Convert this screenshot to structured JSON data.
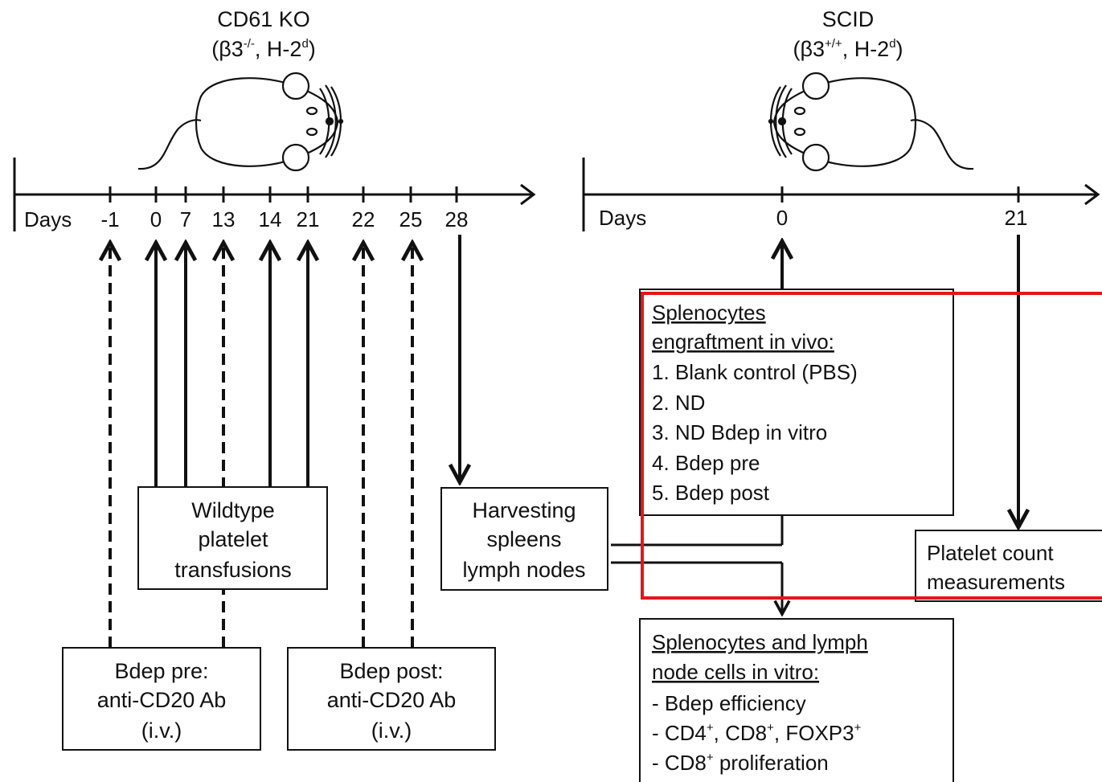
{
  "left_panel": {
    "title": "CD61 KO",
    "genotype": {
      "open": "(β3",
      "sup1": "-/-",
      "mid": ", H-2",
      "sup2": "d",
      "close": ")"
    },
    "axis_label": "Days",
    "days": [
      "-1",
      "0",
      "7",
      "13",
      "14",
      "21",
      "22",
      "25",
      "28"
    ],
    "transfusion_box": [
      "Wildtype",
      "platelet",
      "transfusions"
    ],
    "harvest_box": [
      "Harvesting",
      "spleens",
      "lymph  nodes"
    ],
    "bdep_pre_box": [
      "Bdep pre:",
      "anti-CD20 Ab",
      "(i.v.)"
    ],
    "bdep_post_box": [
      "Bdep post:",
      "anti-CD20 Ab",
      "(i.v.)"
    ]
  },
  "right_panel": {
    "title": "SCID",
    "genotype": {
      "open": "(β3",
      "sup1": "+/+",
      "mid": ", H-2",
      "sup2": "d",
      "close": ")"
    },
    "axis_label": "Days",
    "days": [
      "0",
      "21"
    ],
    "engraftment_box": {
      "heading": [
        "Splenocytes",
        "engraftment  in vivo:"
      ],
      "items": [
        "1. Blank control (PBS)",
        "2. ND",
        "3. ND Bdep in vitro",
        "4. Bdep pre",
        "5. Bdep post"
      ]
    },
    "platelet_box": [
      "Platelet count",
      "measurements"
    ],
    "invitro_box": {
      "heading": [
        "Splenocytes and lymph",
        "node cells in vitro:"
      ],
      "items": [
        {
          "pre": "- Bdep efficiency"
        },
        {
          "pre": "- CD4",
          "sup": "+",
          "post": ", CD8",
          "sup2": "+",
          "post2": ", FOXP3",
          "sup3": "+"
        },
        {
          "pre": "- CD8",
          "sup": "+",
          "post": "  proliferation"
        }
      ]
    }
  },
  "colors": {
    "line": "#111111",
    "highlight": "#e8141b"
  }
}
